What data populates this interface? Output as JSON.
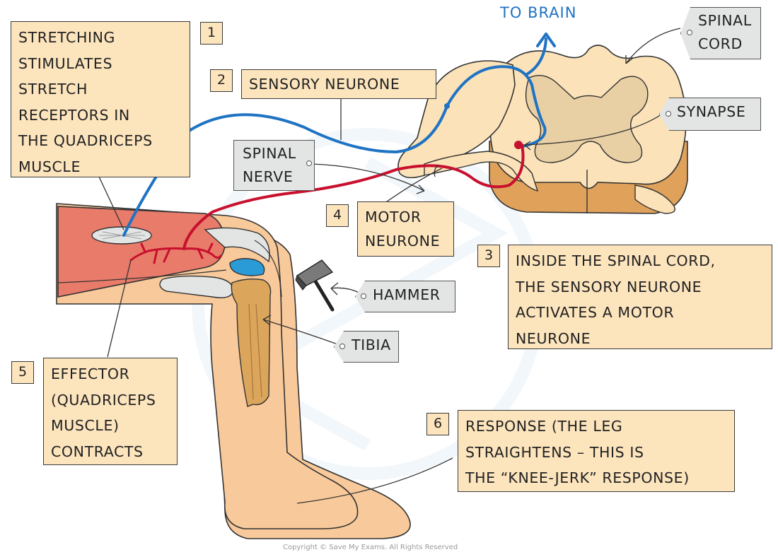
{
  "title": "TO BRAIN",
  "copyright": "Copyright © Save My Exams. All Rights Reserved",
  "steps": [
    {
      "num": "1",
      "text": "STRETCHING\nSTIMULATES\nSTRETCH\nRECEPTORS IN\nTHE QUADRICEPS\nMUSCLE"
    },
    {
      "num": "2",
      "text": "SENSORY NEURONE"
    },
    {
      "num": "3",
      "text": "INSIDE THE SPINAL CORD,\nTHE SENSORY NEURONE\nACTIVATES A MOTOR\nNEURONE"
    },
    {
      "num": "4",
      "text": "MOTOR\nNEURONE"
    },
    {
      "num": "5",
      "text": "EFFECTOR\n(QUADRICEPS\nMUSCLE)\nCONTRACTS"
    },
    {
      "num": "6",
      "text": "RESPONSE (THE LEG\nSTRAIGHTENS – THIS IS\nTHE “KNEE-JERK” RESPONSE)"
    }
  ],
  "tags": {
    "spinal_cord": "SPINAL\nCORD",
    "synapse": "SYNAPSE",
    "spinal_nerve": "SPINAL\nNERVE",
    "hammer": "HAMMER",
    "tibia": "TIBIA"
  },
  "colors": {
    "sensory": "#1f73c3",
    "motor": "#c8102e",
    "label_fill": "#fce4bd",
    "tag_fill": "#e3e4e4",
    "leg": "#f8c99a",
    "muscle": "#e87b6a",
    "spinal_outer": "#fbe2b9",
    "spinal_grey": "#e9cfa4",
    "spinal_shadow": "#e0a25b"
  }
}
